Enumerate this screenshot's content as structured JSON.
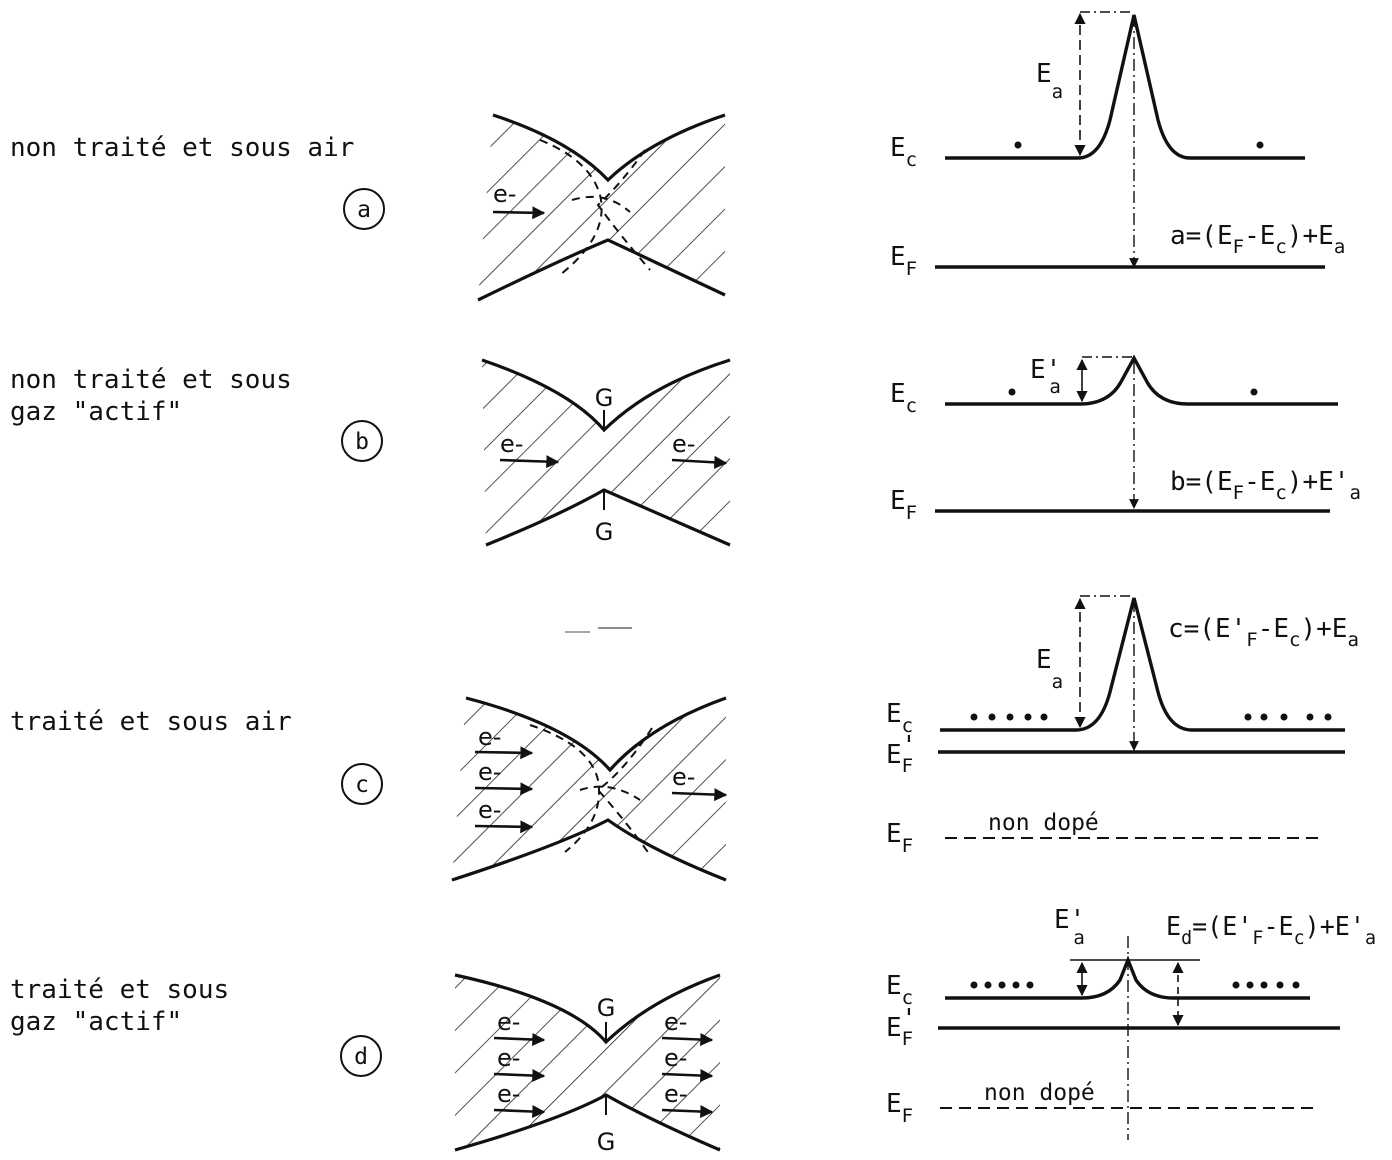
{
  "conditions": [
    {
      "line1": "non traité et sous air",
      "line2": ""
    },
    {
      "line1": "non traité et sous",
      "line2": "gaz \"actif\""
    },
    {
      "line1": "traité et sous air",
      "line2": ""
    },
    {
      "line1": "traité et sous",
      "line2": "gaz \"actif\""
    }
  ],
  "markers": [
    "a",
    "b",
    "c",
    "d"
  ],
  "electron_label": "e-",
  "grain_label": "G",
  "energy": {
    "Ec": {
      "main": "E",
      "sub": "c"
    },
    "EF": {
      "main": "E",
      "sub": "F"
    },
    "EFp": {
      "main": "E",
      "sub": "F",
      "prime": "'"
    },
    "Ea": {
      "main": "E",
      "sub": "a"
    },
    "Eap": {
      "main": "E",
      "sub": "a",
      "prime": "'"
    },
    "non_dope": "non dopé"
  },
  "equations": [
    {
      "lhs": "a",
      "rhs": "=(E",
      "s1": "F",
      "mid": "-E",
      "s2": "c",
      "tail": ")+E",
      "s3": "a"
    },
    {
      "lhs": "b",
      "rhs": "=(E",
      "s1": "F",
      "mid": "-E",
      "s2": "c",
      "tail": ")+E'",
      "s3": "a"
    },
    {
      "lhs": "c",
      "rhs": "=(E'",
      "s1": "F",
      "mid": "-E",
      "s2": "c",
      "tail": ")+E",
      "s3": "a"
    },
    {
      "lhs": "E",
      "lhs_sub": "d",
      "rhs": "=(E'",
      "s1": "F",
      "mid": "-E",
      "s2": "c",
      "tail": ")+E'",
      "s3": "a"
    }
  ]
}
